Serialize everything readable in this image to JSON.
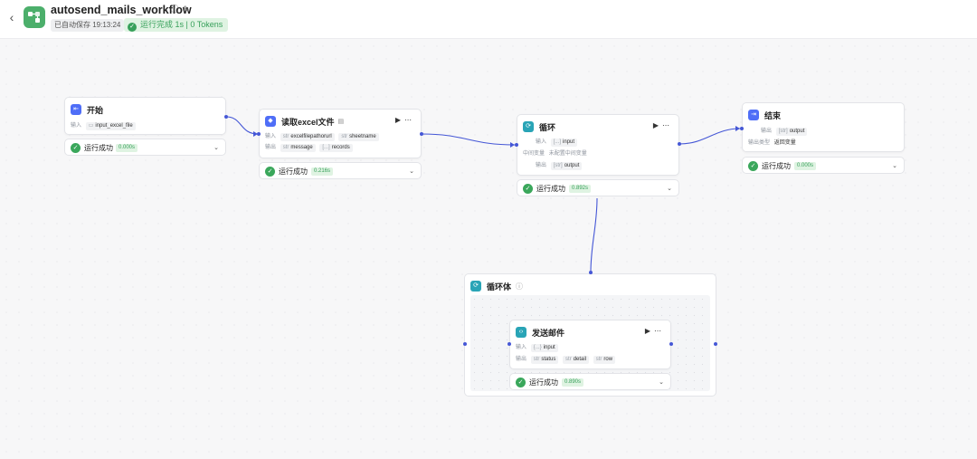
{
  "header": {
    "back_icon": "chevron-left-icon",
    "title": "autosend_mails_workflow",
    "saved_text": "已自动保存 19:13:24",
    "run_status": "运行完成 1s | 0 Tokens",
    "colors": {
      "accent": "#4f6ef7",
      "success": "#37a05a",
      "app_icon": "#4caf6b"
    }
  },
  "nodes": {
    "start": {
      "title": "开始",
      "input_label": "输入",
      "input_var": "input_excel_file",
      "status": "运行成功",
      "time": "0.000s"
    },
    "read_excel": {
      "title": "读取excel文件",
      "input_label": "输入",
      "inputs": [
        {
          "type": "str",
          "name": "excelfilepathorurl"
        },
        {
          "type": "str",
          "name": "sheetname"
        }
      ],
      "output_label": "输出",
      "outputs": [
        {
          "type": "str",
          "name": "message"
        },
        {
          "type": "[...]",
          "name": "records"
        }
      ],
      "status": "运行成功",
      "time": "0.216s"
    },
    "loop": {
      "title": "循环",
      "input_label": "输入",
      "input_var": "input",
      "input_type": "[...]",
      "middle_label": "中间变量",
      "middle_value": "未配置中间变量",
      "output_label": "输出",
      "output_var": "output",
      "output_type": "[str]",
      "status": "运行成功",
      "time": "0.892s"
    },
    "end": {
      "title": "结束",
      "output_label": "输出",
      "output_var": "output",
      "output_type": "[str]",
      "output_type_label": "输出类型",
      "output_type_value": "返回变量",
      "status": "运行成功",
      "time": "0.000s"
    },
    "loop_body": {
      "title": "循环体"
    },
    "send_mail": {
      "title": "发送邮件",
      "input_label": "输入",
      "input_var": "input",
      "input_type": "{...}",
      "output_label": "输出",
      "outputs": [
        {
          "type": "str",
          "name": "status"
        },
        {
          "type": "str",
          "name": "detail"
        },
        {
          "type": "str",
          "name": "row"
        }
      ],
      "status": "运行成功",
      "time": "0.890s"
    }
  }
}
